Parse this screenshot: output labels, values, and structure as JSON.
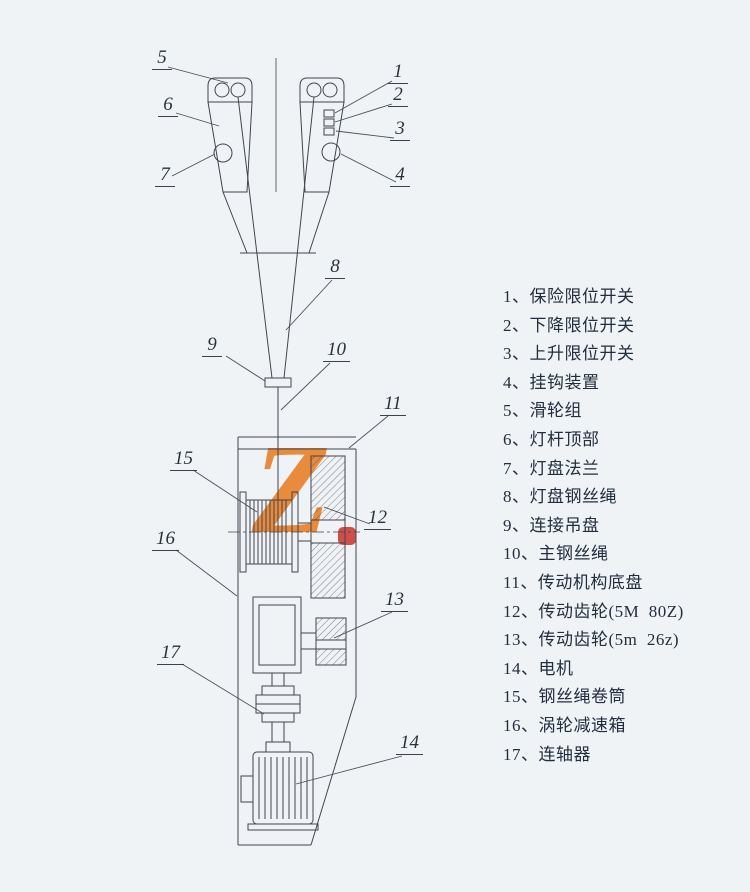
{
  "watermark": {
    "letter": "Z"
  },
  "legend": {
    "items": [
      "1、保险限位开关",
      "2、下降限位开关",
      "3、上升限位开关",
      "4、挂钩装置",
      "5、滑轮组",
      "6、灯杆顶部",
      "7、灯盘法兰",
      "8、灯盘钢丝绳",
      "9、连接吊盘",
      "10、主钢丝绳",
      "11、传动机构底盘",
      "12、传动齿轮(5M  80Z)",
      "13、传动齿轮(5m  26z)",
      "14、电机",
      "15、钢丝绳卷筒",
      "16、涡轮减速箱",
      "17、连轴器"
    ]
  },
  "part_labels": {
    "p1": "1",
    "p2": "2",
    "p3": "3",
    "p4": "4",
    "p5": "5",
    "p6": "6",
    "p7": "7",
    "p8": "8",
    "p9": "9",
    "p10": "10",
    "p11": "11",
    "p12": "12",
    "p13": "13",
    "p14": "14",
    "p15": "15",
    "p16": "16",
    "p17": "17"
  },
  "colors": {
    "line": "#41464d",
    "leader": "#4a5057",
    "text": "#222e3e",
    "watermark_orange": "#e8720f",
    "watermark_red": "#c8271d"
  }
}
